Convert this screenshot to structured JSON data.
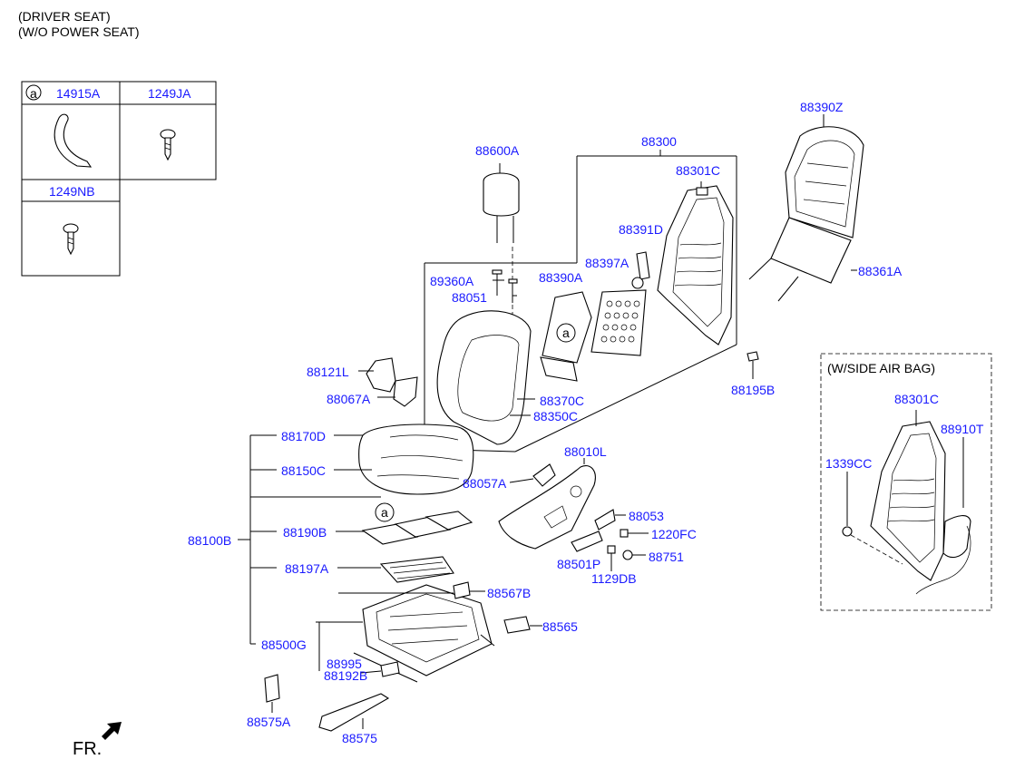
{
  "header": {
    "line1": "(DRIVER SEAT)",
    "line2": "(W/O POWER SEAT)"
  },
  "legend_table": {
    "circle_marker": "a",
    "cells": [
      {
        "code": "14915A"
      },
      {
        "code": "1249JA"
      },
      {
        "code": "1249NB"
      }
    ]
  },
  "side_airbag_box": {
    "title": "(W/SIDE AIR BAG)",
    "parts": [
      "88301C",
      "88910T",
      "1339CC"
    ]
  },
  "parts": {
    "p88600A": "88600A",
    "p88300": "88300",
    "p88390Z": "88390Z",
    "p88301C": "88301C",
    "p88391D": "88391D",
    "p88397A": "88397A",
    "p88390A": "88390A",
    "p89360A": "89360A",
    "p88051": "88051",
    "p88361A": "88361A",
    "p88121L": "88121L",
    "p88067A": "88067A",
    "p88370C": "88370C",
    "p88350C": "88350C",
    "p88195B": "88195B",
    "p88170D": "88170D",
    "p88150C": "88150C",
    "p88010L": "88010L",
    "p88057A": "88057A",
    "p88053": "88053",
    "p1220FC": "1220FC",
    "p88100B": "88100B",
    "p88190B": "88190B",
    "p88501P": "88501P",
    "p88751": "88751",
    "p1129DB": "1129DB",
    "p88197A": "88197A",
    "p88567B": "88567B",
    "p88565": "88565",
    "p88500G": "88500G",
    "p88995": "88995",
    "p88192B": "88192B",
    "p88575A": "88575A",
    "p88575": "88575"
  },
  "callout_marker": "a",
  "direction": {
    "label": "FR.",
    "icon": "forward-arrow-icon"
  }
}
